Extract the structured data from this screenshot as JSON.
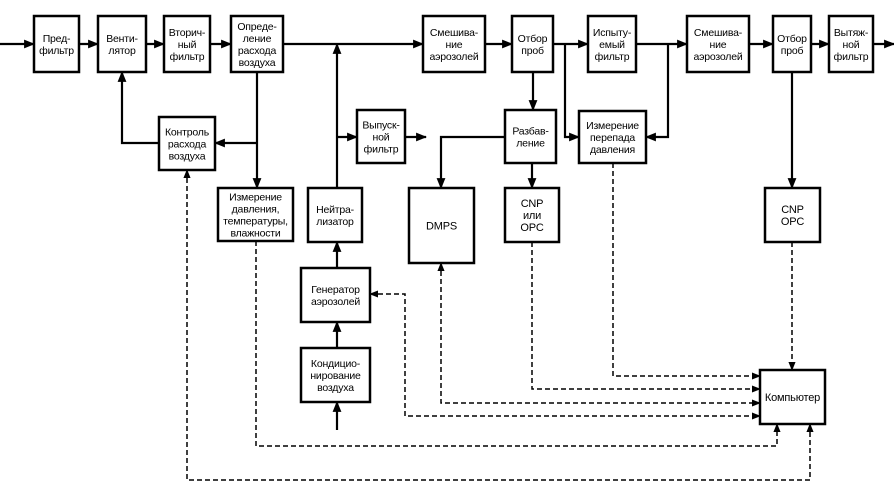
{
  "diagram": {
    "title": "Схема испытательной установки для фильтров",
    "blocks": {
      "prefilter": {
        "lines": [
          "Пред-",
          "фильтр"
        ]
      },
      "fan": {
        "lines": [
          "Венти-",
          "лятор"
        ]
      },
      "secondary_filter": {
        "lines": [
          "Вторич-",
          "ный",
          "фильтр"
        ]
      },
      "airflow_measurement": {
        "lines": [
          "Опреде-",
          "ление",
          "расхода",
          "воздуха"
        ]
      },
      "aerosol_mixing_1": {
        "lines": [
          "Смешива-",
          "ние",
          "аэрозолей"
        ]
      },
      "sampling_1": {
        "lines": [
          "Отбор",
          "проб"
        ]
      },
      "test_filter": {
        "lines": [
          "Испыту-",
          "емый",
          "фильтр"
        ]
      },
      "aerosol_mixing_2": {
        "lines": [
          "Смешива-",
          "ние",
          "аэрозолей"
        ]
      },
      "sampling_2": {
        "lines": [
          "Отбор",
          "проб"
        ]
      },
      "exhaust_filter": {
        "lines": [
          "Вытяж-",
          "ной",
          "фильтр"
        ]
      },
      "airflow_control": {
        "lines": [
          "Контроль",
          "расхода",
          "воздуха"
        ]
      },
      "pth_measurement": {
        "lines": [
          "Измерение",
          "давления,",
          "температуры,",
          "влажности"
        ]
      },
      "outlet_filter": {
        "lines": [
          "Выпуск-",
          "ной",
          "фильтр"
        ]
      },
      "neutralizer": {
        "lines": [
          "Нейтра-",
          "лизатор"
        ]
      },
      "aerosol_generator": {
        "lines": [
          "Генератор",
          "аэрозолей"
        ]
      },
      "air_conditioning": {
        "lines": [
          "Кондицио-",
          "нирование",
          "воздуха"
        ]
      },
      "dilution": {
        "lines": [
          "Разбав-",
          "ление"
        ]
      },
      "pressure_drop_measurement": {
        "lines": [
          "Измерение",
          "перепада",
          "давления"
        ]
      },
      "dmps": {
        "lines": [
          "DMPS"
        ]
      },
      "cnp_or_opc": {
        "lines": [
          "CNP",
          "или",
          "OPC"
        ]
      },
      "cnp_opc": {
        "lines": [
          "CNP",
          "OPC"
        ]
      },
      "computer": {
        "lines": [
          "Компьютер"
        ]
      }
    },
    "connections": {
      "solid": "air / aerosol flow",
      "dashed": "signal / data link"
    }
  }
}
